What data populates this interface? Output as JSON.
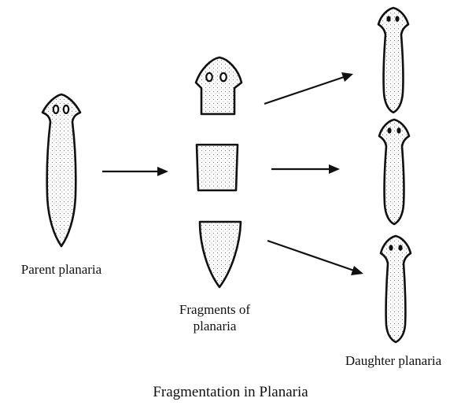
{
  "labels": {
    "parent": "Parent planaria",
    "fragments_line1": "Fragments of",
    "fragments_line2": "planaria",
    "daughter": "Daughter planaria",
    "caption": "Fragmentation in Planaria"
  }
}
